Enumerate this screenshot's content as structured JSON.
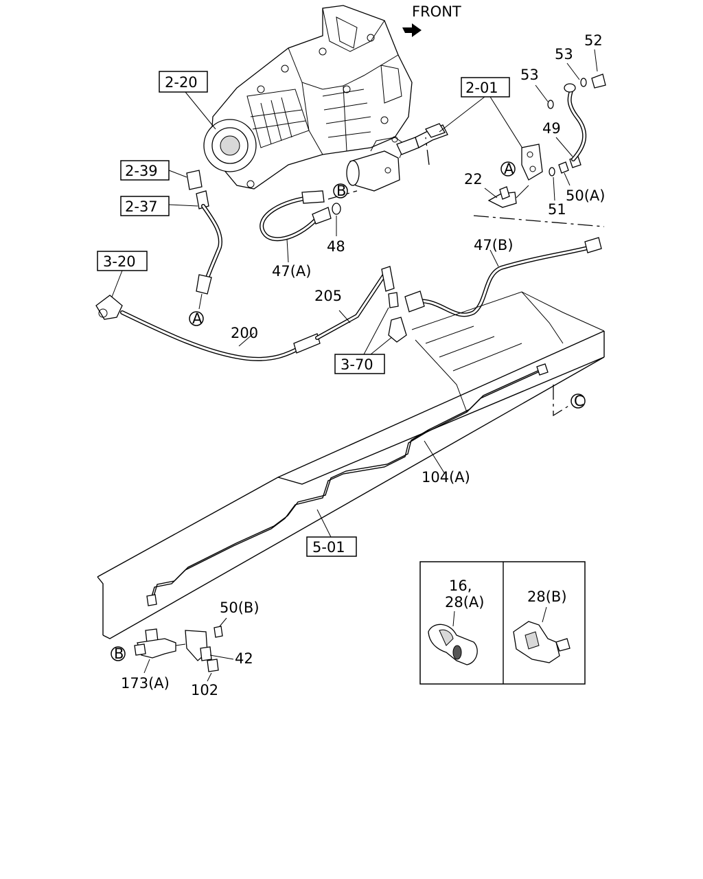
{
  "front_label": "FRONT",
  "ref_boxes": {
    "r2_20": "2-20",
    "r2_39": "2-39",
    "r2_37": "2-37",
    "r3_20": "3-20",
    "r2_01": "2-01",
    "r3_70": "3-70",
    "r5_01": "5-01"
  },
  "callouts": {
    "p52": "52",
    "p53a": "53",
    "p53b": "53",
    "p49": "49",
    "p22": "22",
    "p50a": "50(A)",
    "p51": "51",
    "p47b": "47(B)",
    "p48": "48",
    "p47a": "47(A)",
    "p205": "205",
    "p200": "200",
    "p104a": "104(A)",
    "p50b": "50(B)",
    "p42": "42",
    "p173a": "173(A)",
    "p102": "102"
  },
  "markers": {
    "a_top": "A",
    "a_left": "A",
    "b_top": "B",
    "b_bottom": "B",
    "c_right": "C"
  },
  "inset": {
    "left_line1": "16,",
    "left_line2": "28(A)",
    "right_label": "28(B)"
  }
}
